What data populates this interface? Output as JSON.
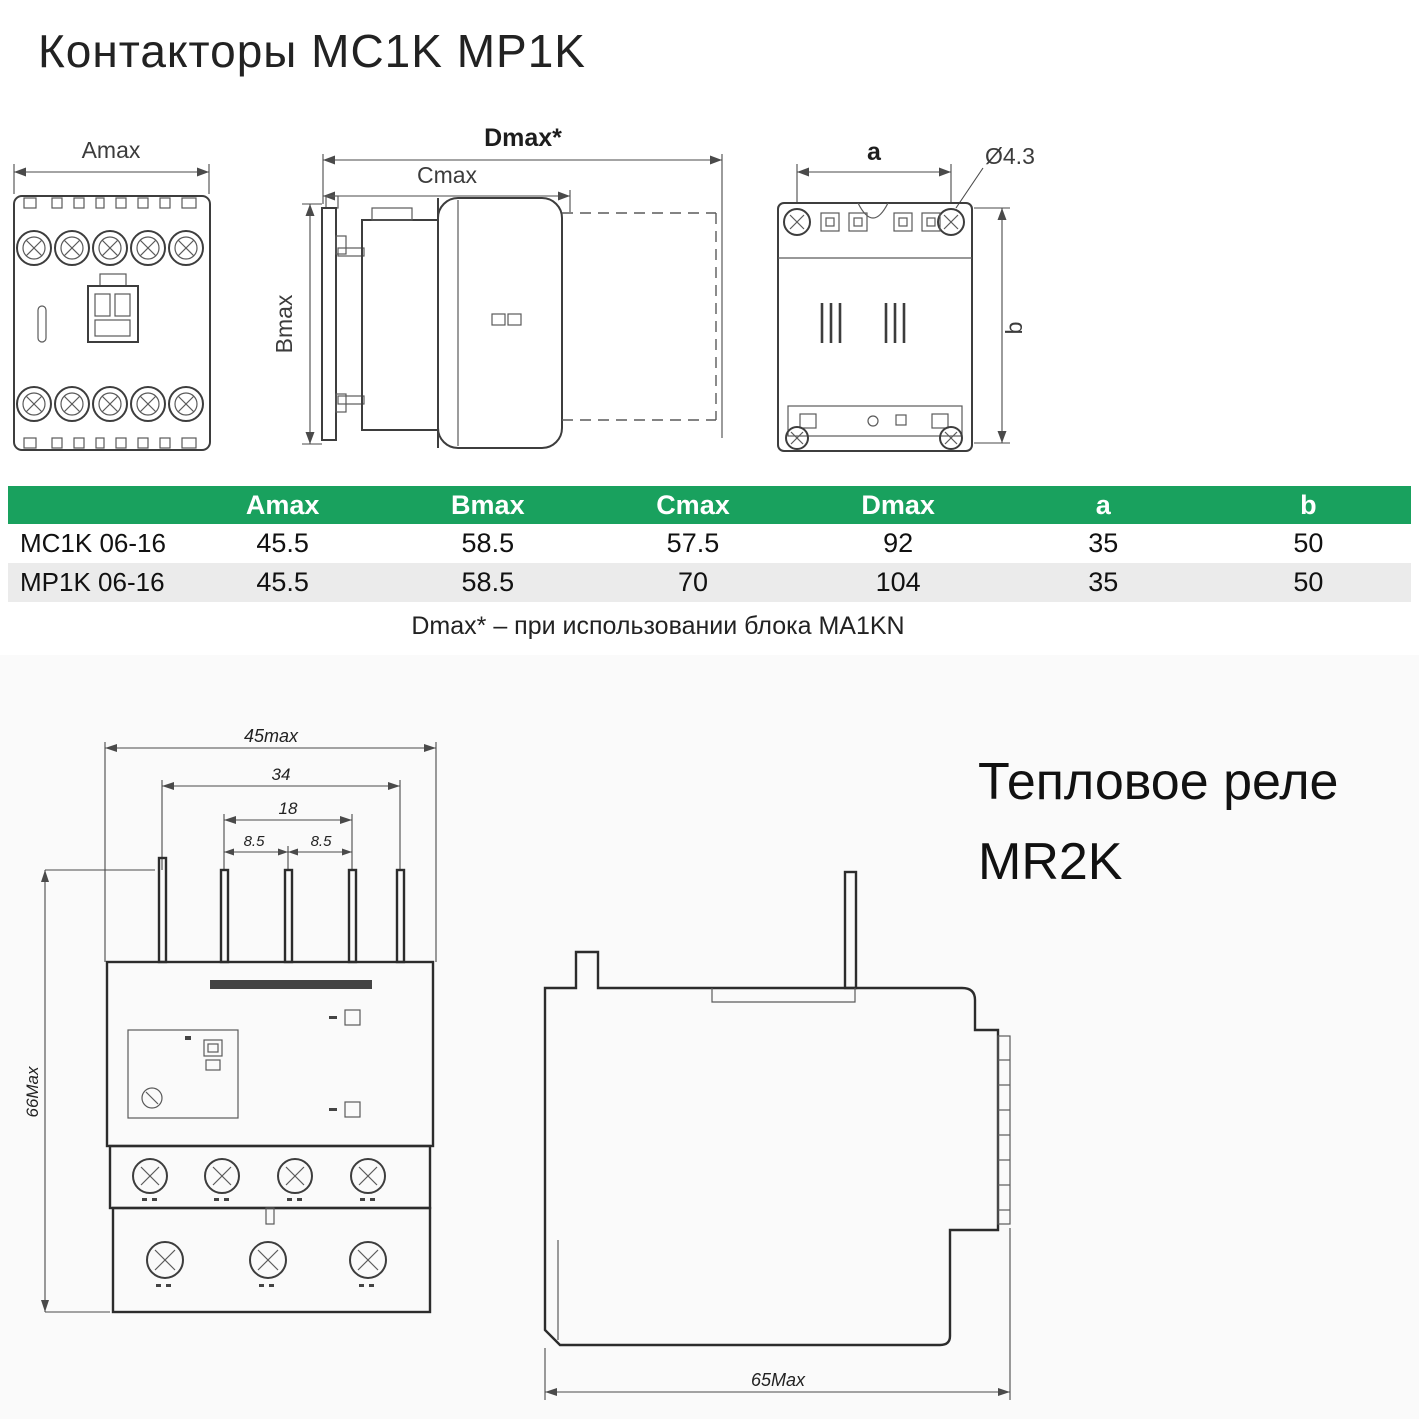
{
  "page": {
    "title": "Контакторы MC1K  MP1K"
  },
  "contactor_drawings": {
    "front_view": {
      "dim_width": "Amax"
    },
    "side_view": {
      "dim_depth_total": "Dmax*",
      "dim_depth": "Cmax",
      "dim_height": "Bmax"
    },
    "rear_view": {
      "dim_hole_spacing": "a",
      "dim_hole_diameter": "Ø4.3",
      "dim_vertical": "b"
    }
  },
  "table": {
    "headers": [
      "",
      "Amax",
      "Bmax",
      "Cmax",
      "Dmax",
      "a",
      "b"
    ],
    "rows": [
      {
        "name": "MC1K 06-16",
        "values": [
          "45.5",
          "58.5",
          "57.5",
          "92",
          "35",
          "50"
        ]
      },
      {
        "name": "MP1K 06-16",
        "values": [
          "45.5",
          "58.5",
          "70",
          "104",
          "35",
          "50"
        ]
      }
    ],
    "note": "Dmax* – при использовании блока MA1KN",
    "header_color": "#19a15e",
    "alt_row_color": "#ebebeb"
  },
  "relay": {
    "title_line1": "Тепловое реле",
    "title_line2": "MR2K",
    "front_view_dims": {
      "overall_width": "45max",
      "pin_span": "34",
      "pin_inner": "18",
      "pitch_left": "8.5",
      "pitch_right": "8.5",
      "overall_height": "66Max"
    },
    "side_view_dims": {
      "overall_depth": "65Max"
    }
  }
}
